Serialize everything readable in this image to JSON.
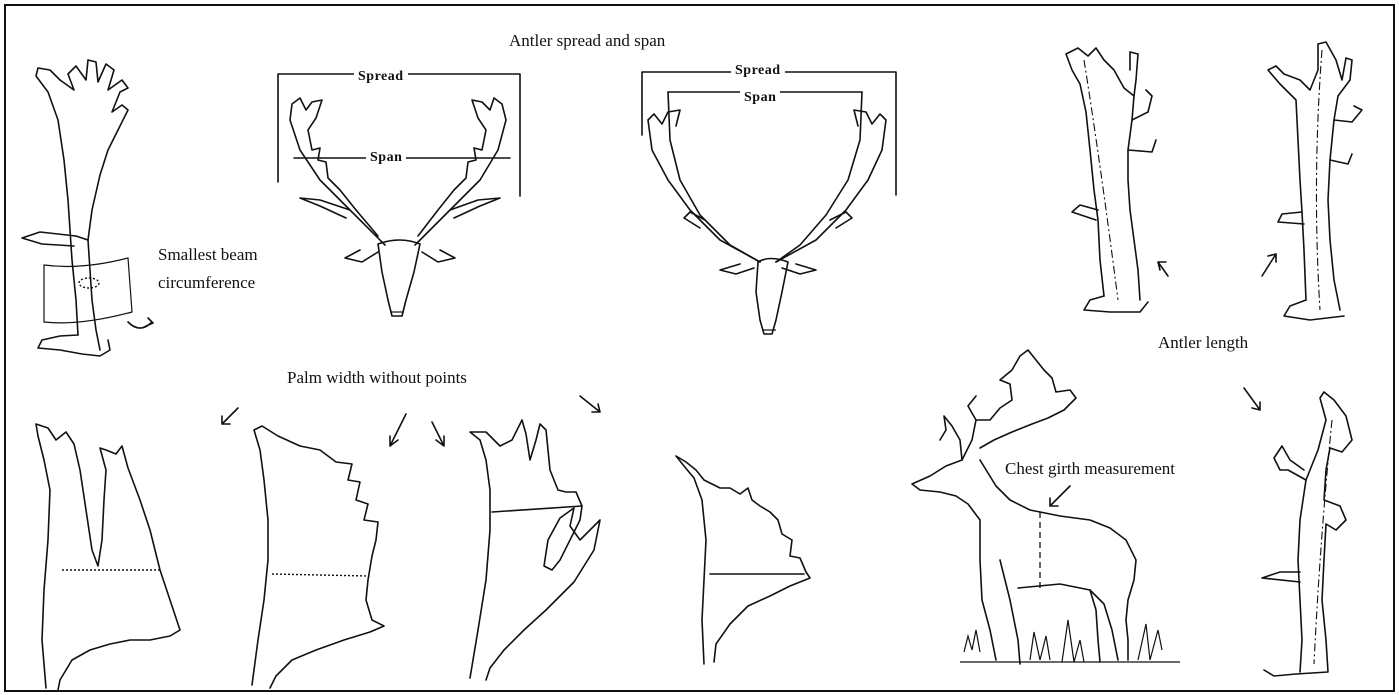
{
  "labels": {
    "spread_and_span_title": "Antler spread and span",
    "spread_left": "Spread",
    "span_left": "Span",
    "spread_right": "Spread",
    "span_right": "Span",
    "smallest_beam_line1": "Smallest beam",
    "smallest_beam_line2": "circumference",
    "palm_width": "Palm width without points",
    "antler_length": "Antler length",
    "chest_girth": "Chest girth measurement"
  },
  "icons": {
    "antler": "antler-drawing",
    "deer_head": "deer-head-drawing",
    "deer": "fallow-deer-drawing",
    "arrow": "pointer-arrow"
  }
}
